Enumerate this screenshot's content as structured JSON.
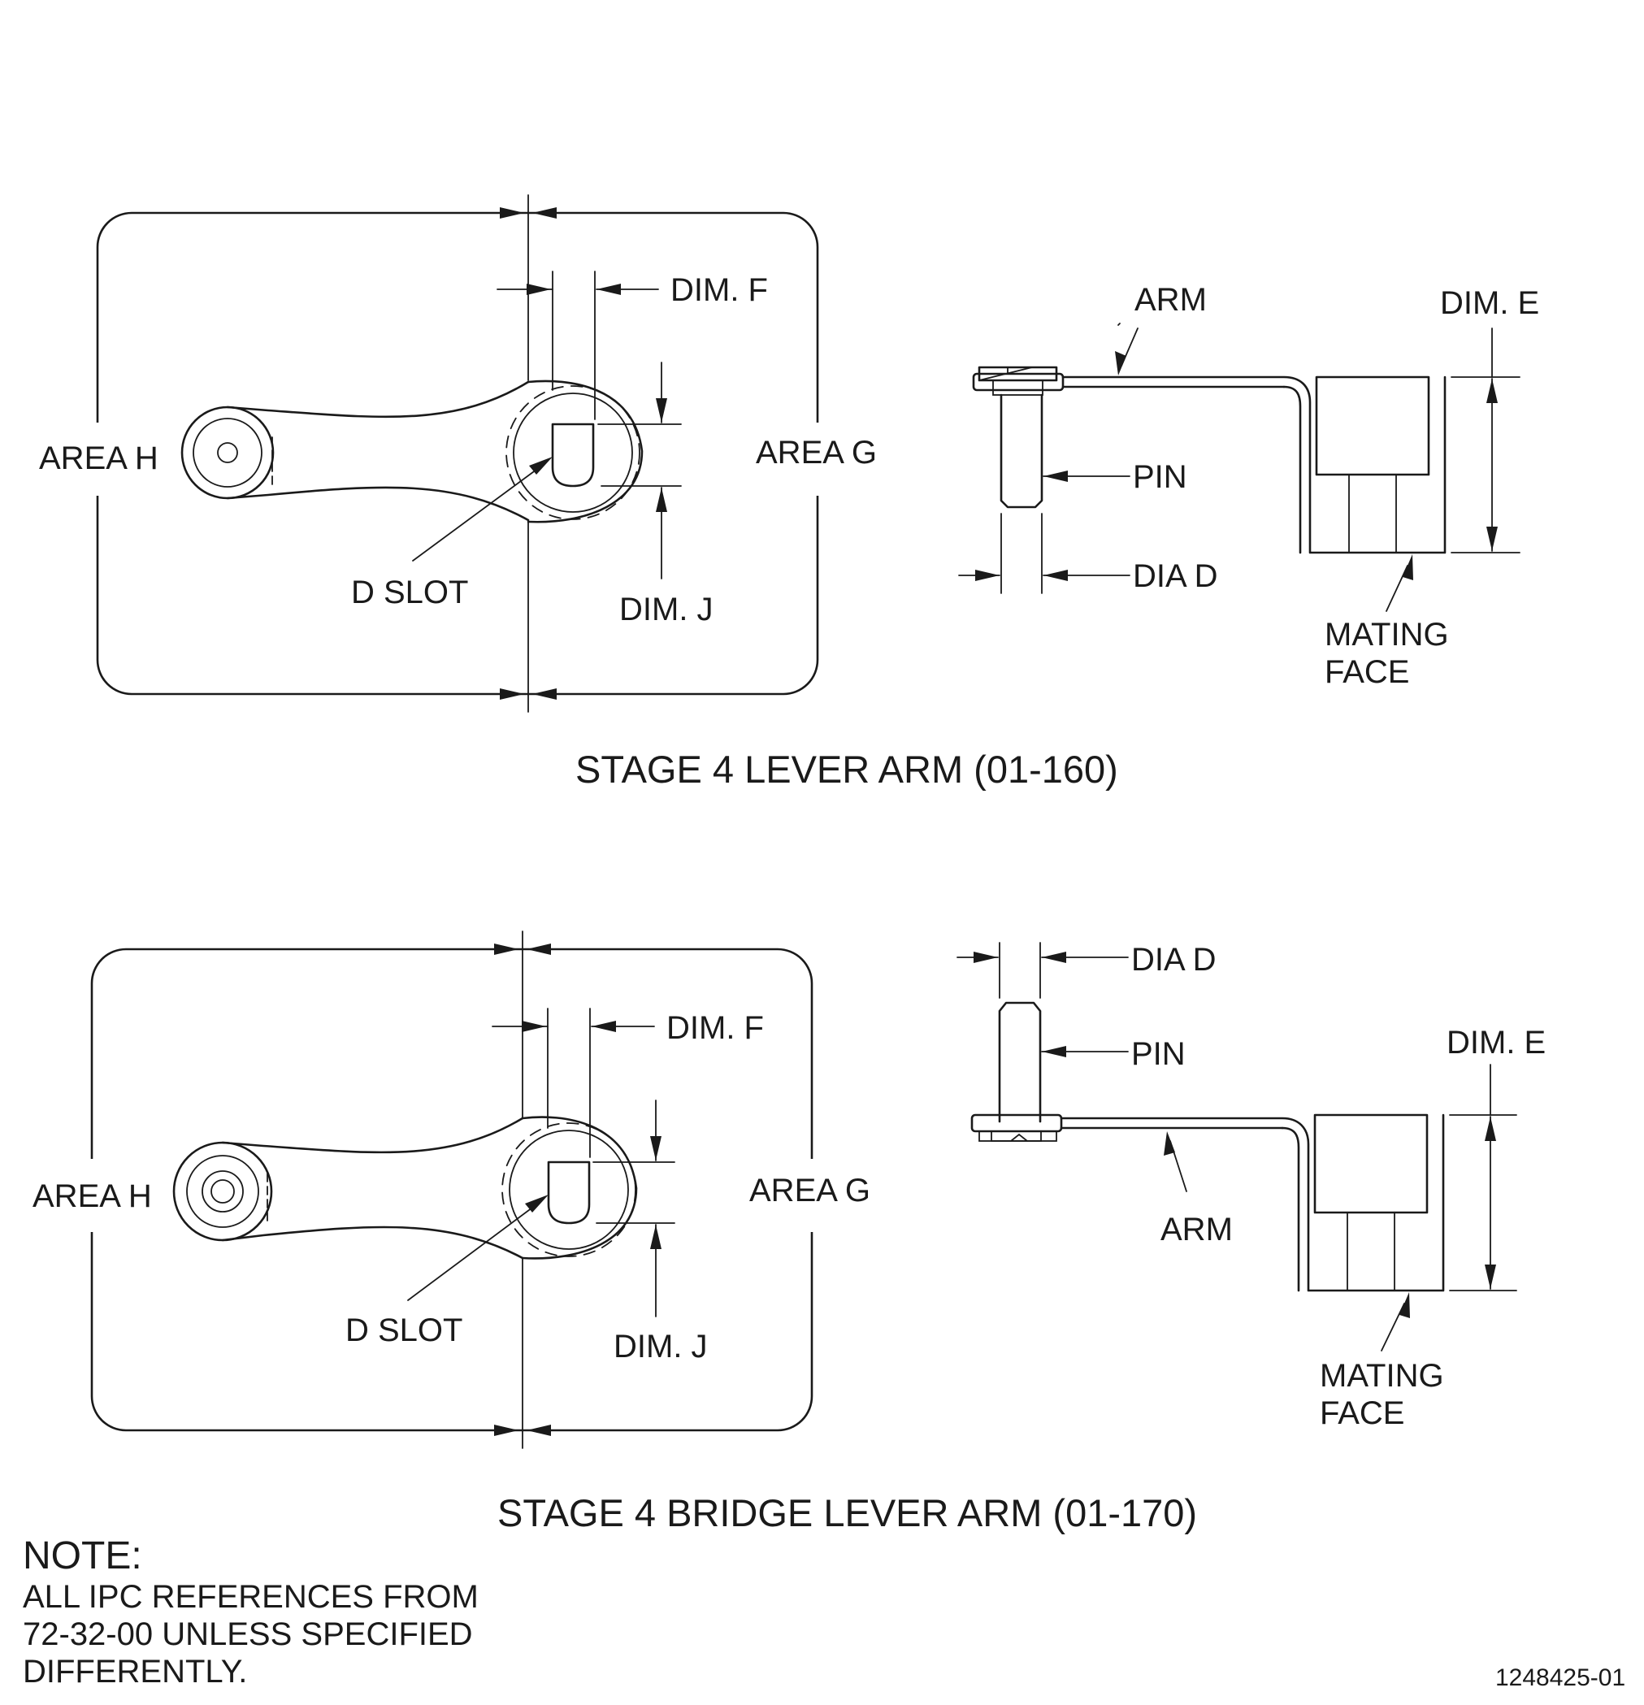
{
  "top_view": {
    "caption": "STAGE 4 LEVER ARM (01-160)",
    "labels": {
      "area_h": "AREA H",
      "area_g": "AREA G",
      "dim_f": "DIM. F",
      "dim_j": "DIM. J",
      "d_slot": "D SLOT",
      "arm": "ARM",
      "pin": "PIN",
      "dia_d": "DIA D",
      "dim_e": "DIM. E",
      "mating_face_1": "MATING",
      "mating_face_2": "FACE"
    }
  },
  "bottom_view": {
    "caption": "STAGE 4 BRIDGE LEVER ARM (01-170)",
    "labels": {
      "area_h": "AREA H",
      "area_g": "AREA G",
      "dim_f": "DIM. F",
      "dim_j": "DIM. J",
      "d_slot": "D SLOT",
      "arm": "ARM",
      "pin": "PIN",
      "dia_d": "DIA D",
      "dim_e": "DIM. E",
      "mating_face_1": "MATING",
      "mating_face_2": "FACE"
    }
  },
  "note": {
    "heading": "NOTE:",
    "lines": [
      "ALL IPC REFERENCES FROM",
      "72-32-00 UNLESS SPECIFIED",
      "DIFFERENTLY."
    ]
  },
  "drawing_number": "1248425-01"
}
